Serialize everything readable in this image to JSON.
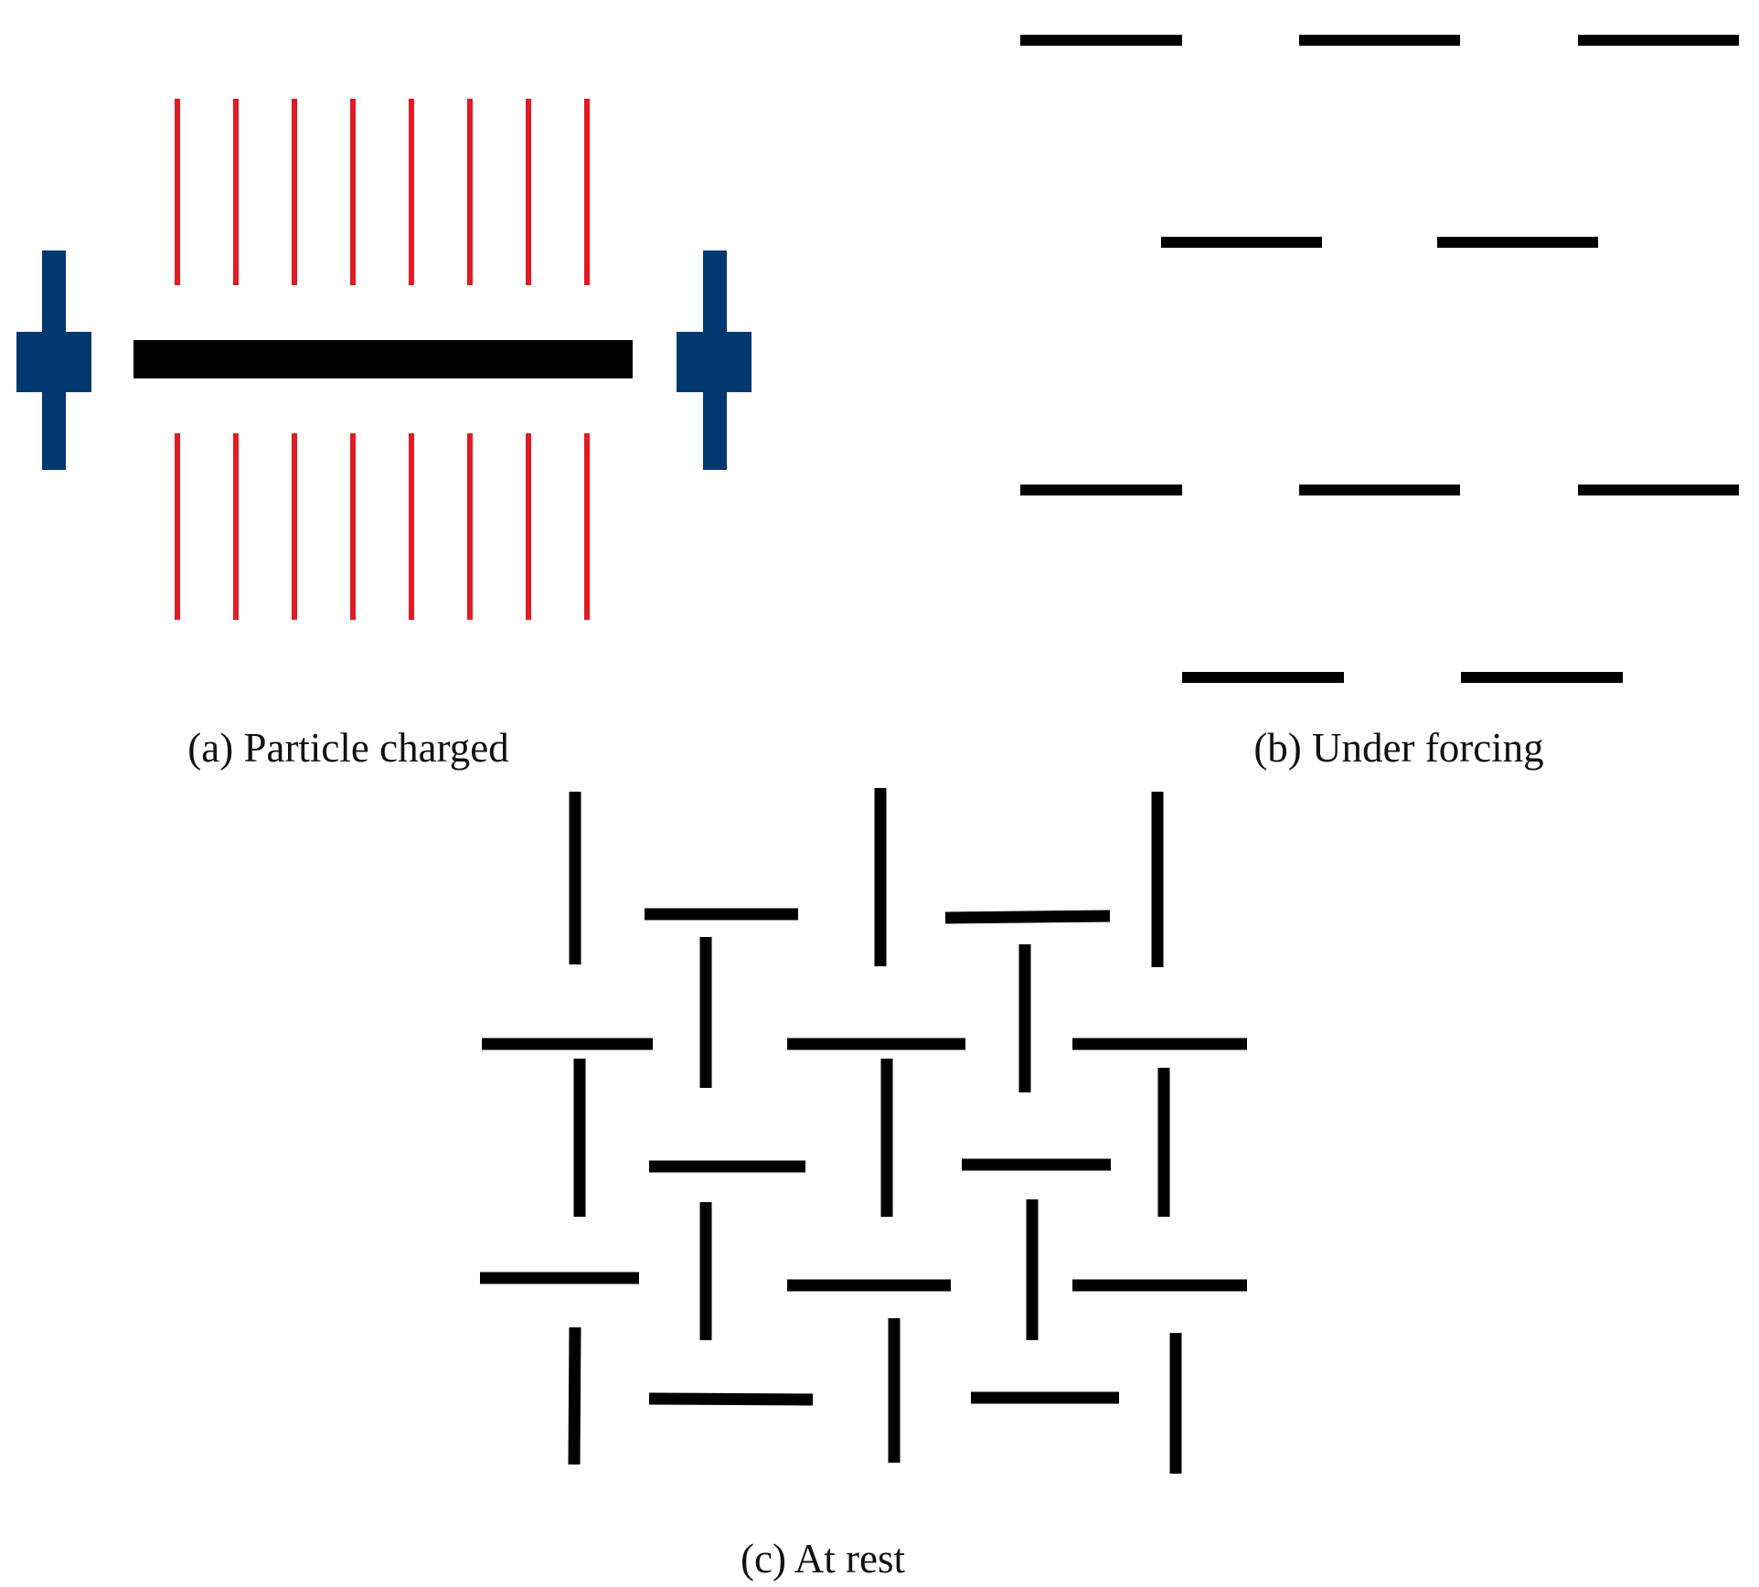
{
  "captions": {
    "a": "(a) Particle charged",
    "b": "(b) Under forcing",
    "c": "(c) At rest"
  },
  "colors": {
    "particle": "#000000",
    "field_line": "#e01b24",
    "electrode": "#003870",
    "caption_text": "#111111"
  }
}
